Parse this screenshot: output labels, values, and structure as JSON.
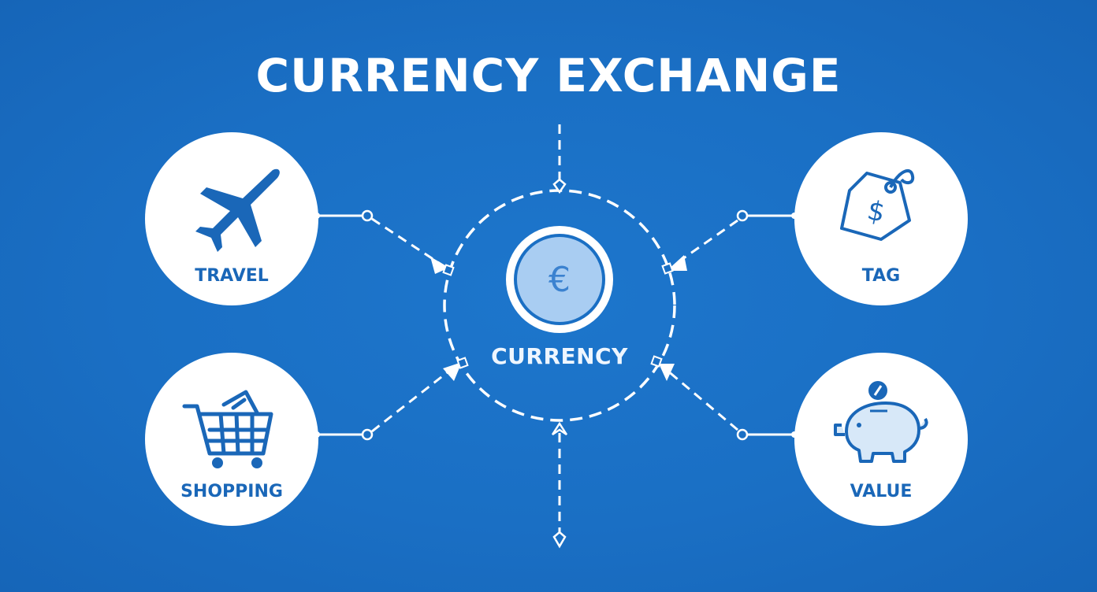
{
  "title": "CURRENCY EXCHANGE",
  "center": {
    "label": "CURRENCY",
    "symbol": "€",
    "icon": "euro-coin-icon"
  },
  "nodes": [
    {
      "label": "TRAVEL",
      "icon": "airplane-icon"
    },
    {
      "label": "SHOPPING",
      "icon": "shopping-cart-icon"
    },
    {
      "label": "TAG",
      "icon": "price-tag-icon",
      "symbol": "$"
    },
    {
      "label": "VALUE",
      "icon": "piggy-bank-icon"
    }
  ],
  "colors": {
    "background": "#1a6fc4",
    "icon_blue": "#1a67b8",
    "white": "#ffffff",
    "coin_fill": "#a9cdf2"
  }
}
